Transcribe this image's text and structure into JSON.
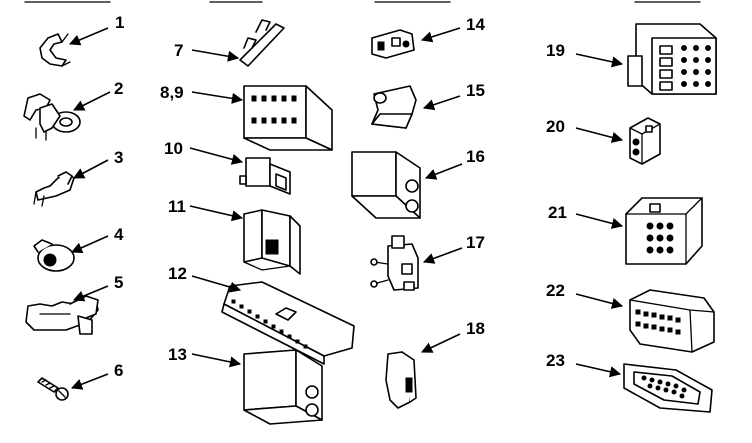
{
  "diagram": {
    "labels": {
      "p1": "1",
      "p2": "2",
      "p3": "3",
      "p4": "4",
      "p5": "5",
      "p6": "6",
      "p7": "7",
      "p8_9": "8,9",
      "p10": "10",
      "p11": "11",
      "p12": "12",
      "p13": "13",
      "p14": "14",
      "p15": "15",
      "p16": "16",
      "p17": "17",
      "p18": "18",
      "p19": "19",
      "p20": "20",
      "p21": "21",
      "p22": "22",
      "p23": "23"
    }
  }
}
